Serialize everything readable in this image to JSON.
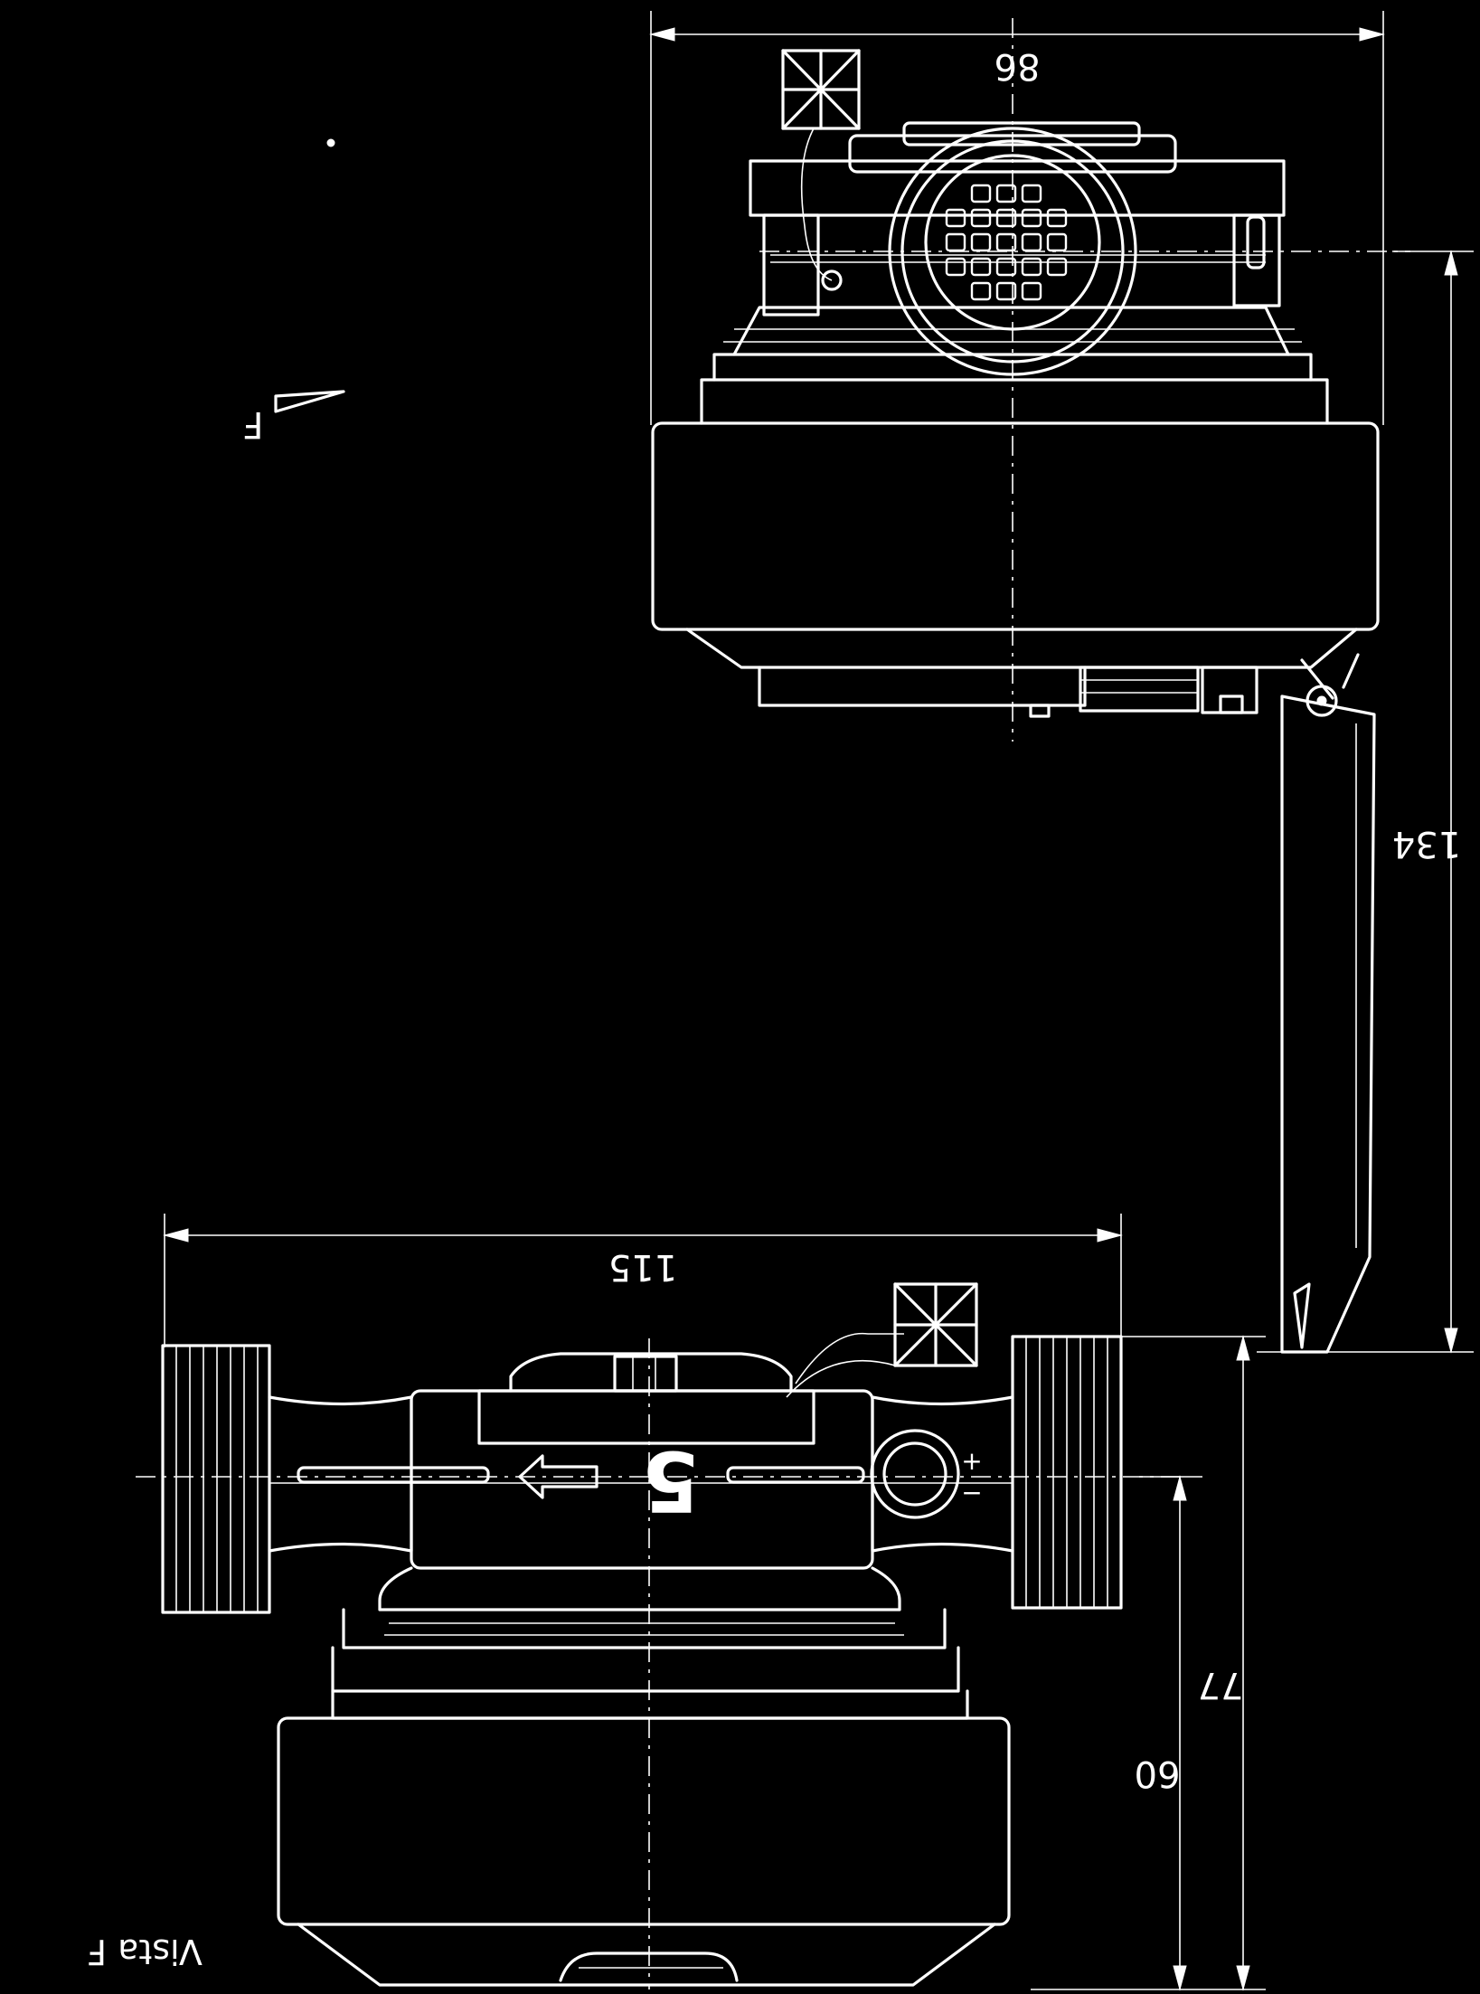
{
  "drawing": {
    "view_label": "Vista F",
    "view_marker": "F",
    "dimensions": {
      "top_width": "86",
      "top_height": "134",
      "bottom_width": "115",
      "bottom_height_outer": "77",
      "bottom_height_inner": "60"
    },
    "position_number": "5",
    "polarity": {
      "plus": "+",
      "minus": "−"
    },
    "colors": {
      "background": "#000000",
      "lines": "#ffffff"
    }
  }
}
